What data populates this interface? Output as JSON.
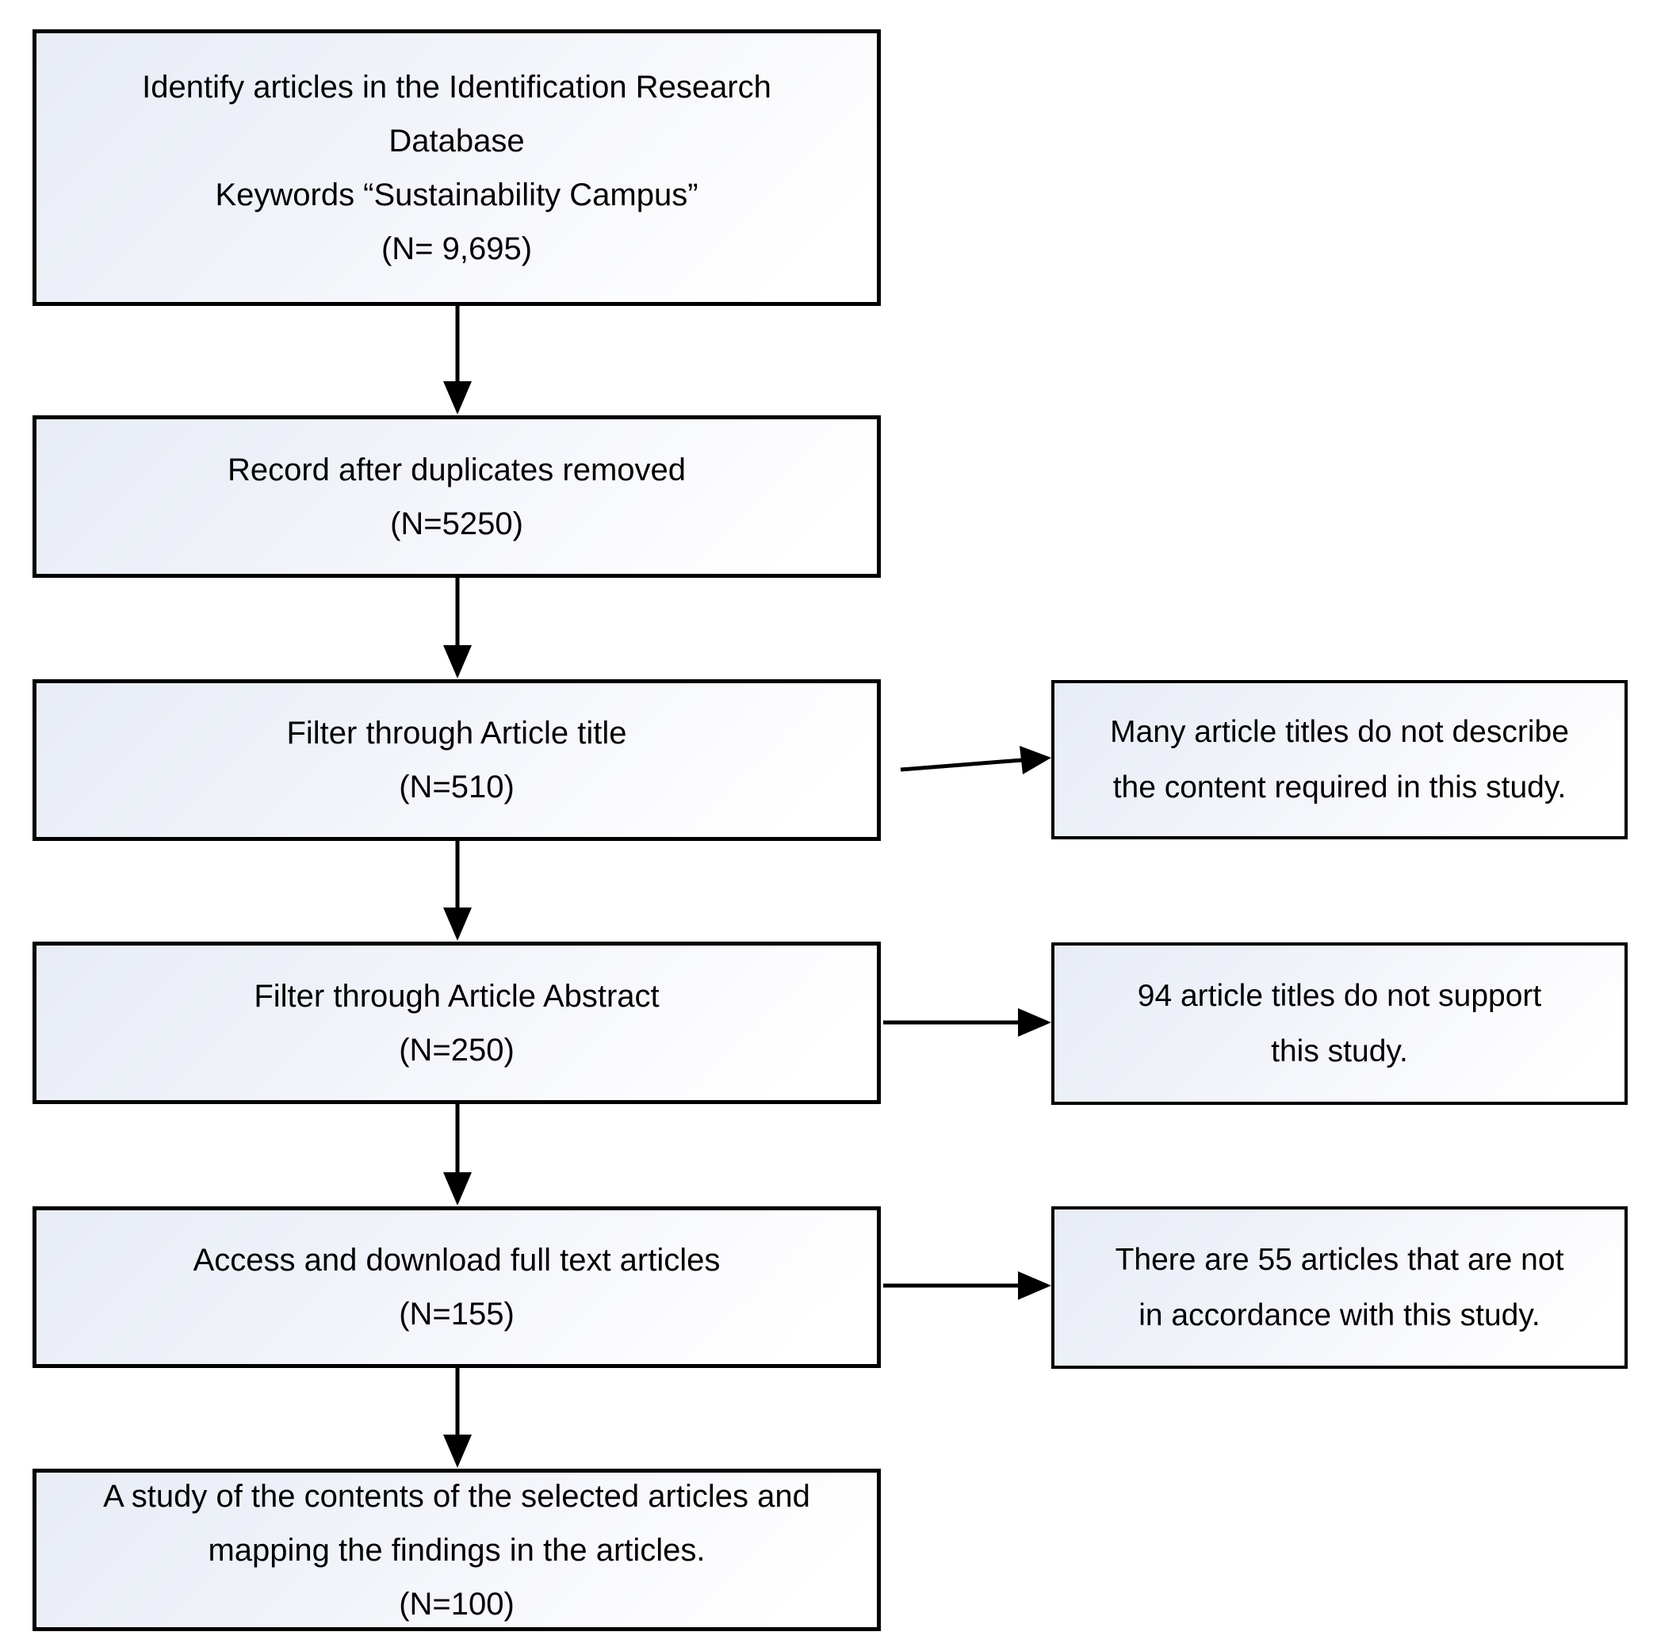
{
  "diagram": {
    "type": "flowchart",
    "main_steps": [
      {
        "id": "identify-articles",
        "text": "Identify articles in the Identification Research\nDatabase\nKeywords “Sustainability Campus”\n(N= 9,695)",
        "n": "9,695"
      },
      {
        "id": "duplicates-removed",
        "text": "Record after duplicates removed\n(N=5250)",
        "n": "5250"
      },
      {
        "id": "filter-title",
        "text": "Filter through Article title\n(N=510)",
        "n": "510"
      },
      {
        "id": "filter-abstract",
        "text": "Filter through Article Abstract\n(N=250)",
        "n": "250"
      },
      {
        "id": "download-fulltext",
        "text": "Access and download full text articles\n(N=155)",
        "n": "155"
      },
      {
        "id": "content-study",
        "text": "A study of the contents of the selected articles and\nmapping the findings in the articles.\n(N=100)",
        "n": "100"
      }
    ],
    "side_notes": [
      {
        "id": "titles-not-describe",
        "text": "Many article titles do not describe\nthe content required in this study."
      },
      {
        "id": "titles-not-support",
        "text": "94 article titles do not support\nthis study."
      },
      {
        "id": "not-in-accordance",
        "text": "There are 55  articles that are not\nin accordance with this study."
      }
    ],
    "colors": {
      "border": "#000000",
      "arrow": "#000000",
      "text": "#000000",
      "fill_top_left": "#e8ecf5",
      "fill_bottom_right": "#ffffff",
      "canvas_background": "#ffffff"
    }
  }
}
